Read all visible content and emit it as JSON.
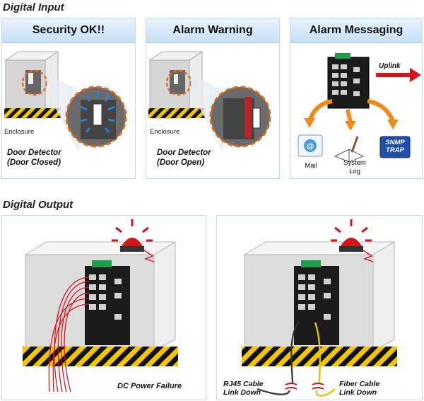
{
  "sections": {
    "digital_input": "Digital Input",
    "digital_output": "Digital Output"
  },
  "input_panels": [
    {
      "title": "Security OK!!",
      "enclosure_label": "Enclosure",
      "caption_line1": "Door Detector",
      "caption_line2": "(Door Closed)"
    },
    {
      "title": "Alarm Warning",
      "enclosure_label": "Enclosure",
      "caption_line1": "Door Detector",
      "caption_line2": "(Door Open)"
    },
    {
      "title": "Alarm Messaging",
      "uplink_label": "Uplink",
      "mail_label": "Mail",
      "syslog_line1": "System",
      "syslog_line2": "Log",
      "snmp_line1": "SNMP",
      "snmp_line2": "TRAP"
    }
  ],
  "output_panels": [
    {
      "caption": "DC Power Failure"
    },
    {
      "rj45_line1": "RJ45 Cable",
      "rj45_line2": "Link Down",
      "fiber_line1": "Fiber Cable",
      "fiber_line2": "Link Down"
    }
  ],
  "colors": {
    "panel_border": "#c9d9ea",
    "header_gradient_top": "#eaf4fd",
    "header_gradient_bottom": "#c6dff5",
    "alarm_red": "#d2141b",
    "orange_arrow": "#f08a18",
    "switch_green": "#1e9e4a",
    "hazard_yellow": "#f2c600"
  }
}
